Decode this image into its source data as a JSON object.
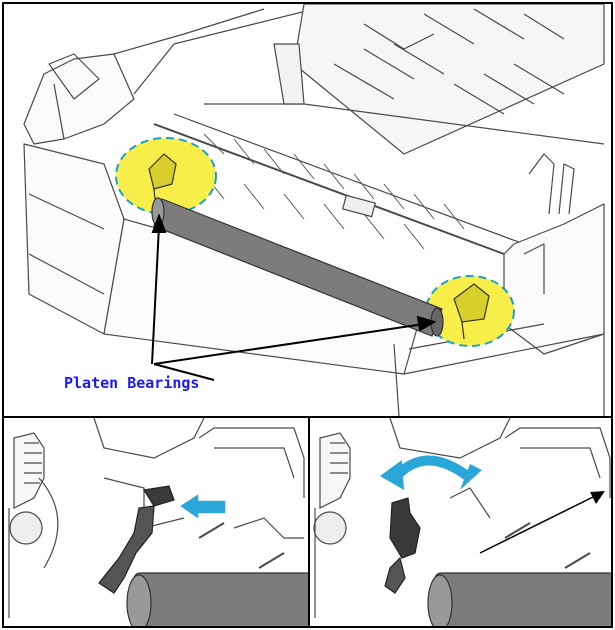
{
  "callout": {
    "label": "Platen Bearings"
  },
  "colors": {
    "highlight": "#f7ee4a",
    "dashed_ring": "#1aa0c8",
    "callout_text": "#1a1aff",
    "direction_arrow": "#2aa6d9",
    "platen": "#7c7c7c",
    "line": "#4a4a4a"
  },
  "panels": [
    "main-printer-view",
    "bearing-slide-detail",
    "bearing-rotate-detail"
  ],
  "icons": [
    "pointer-arrow",
    "slide-direction-arrow",
    "rotate-direction-arrow"
  ]
}
